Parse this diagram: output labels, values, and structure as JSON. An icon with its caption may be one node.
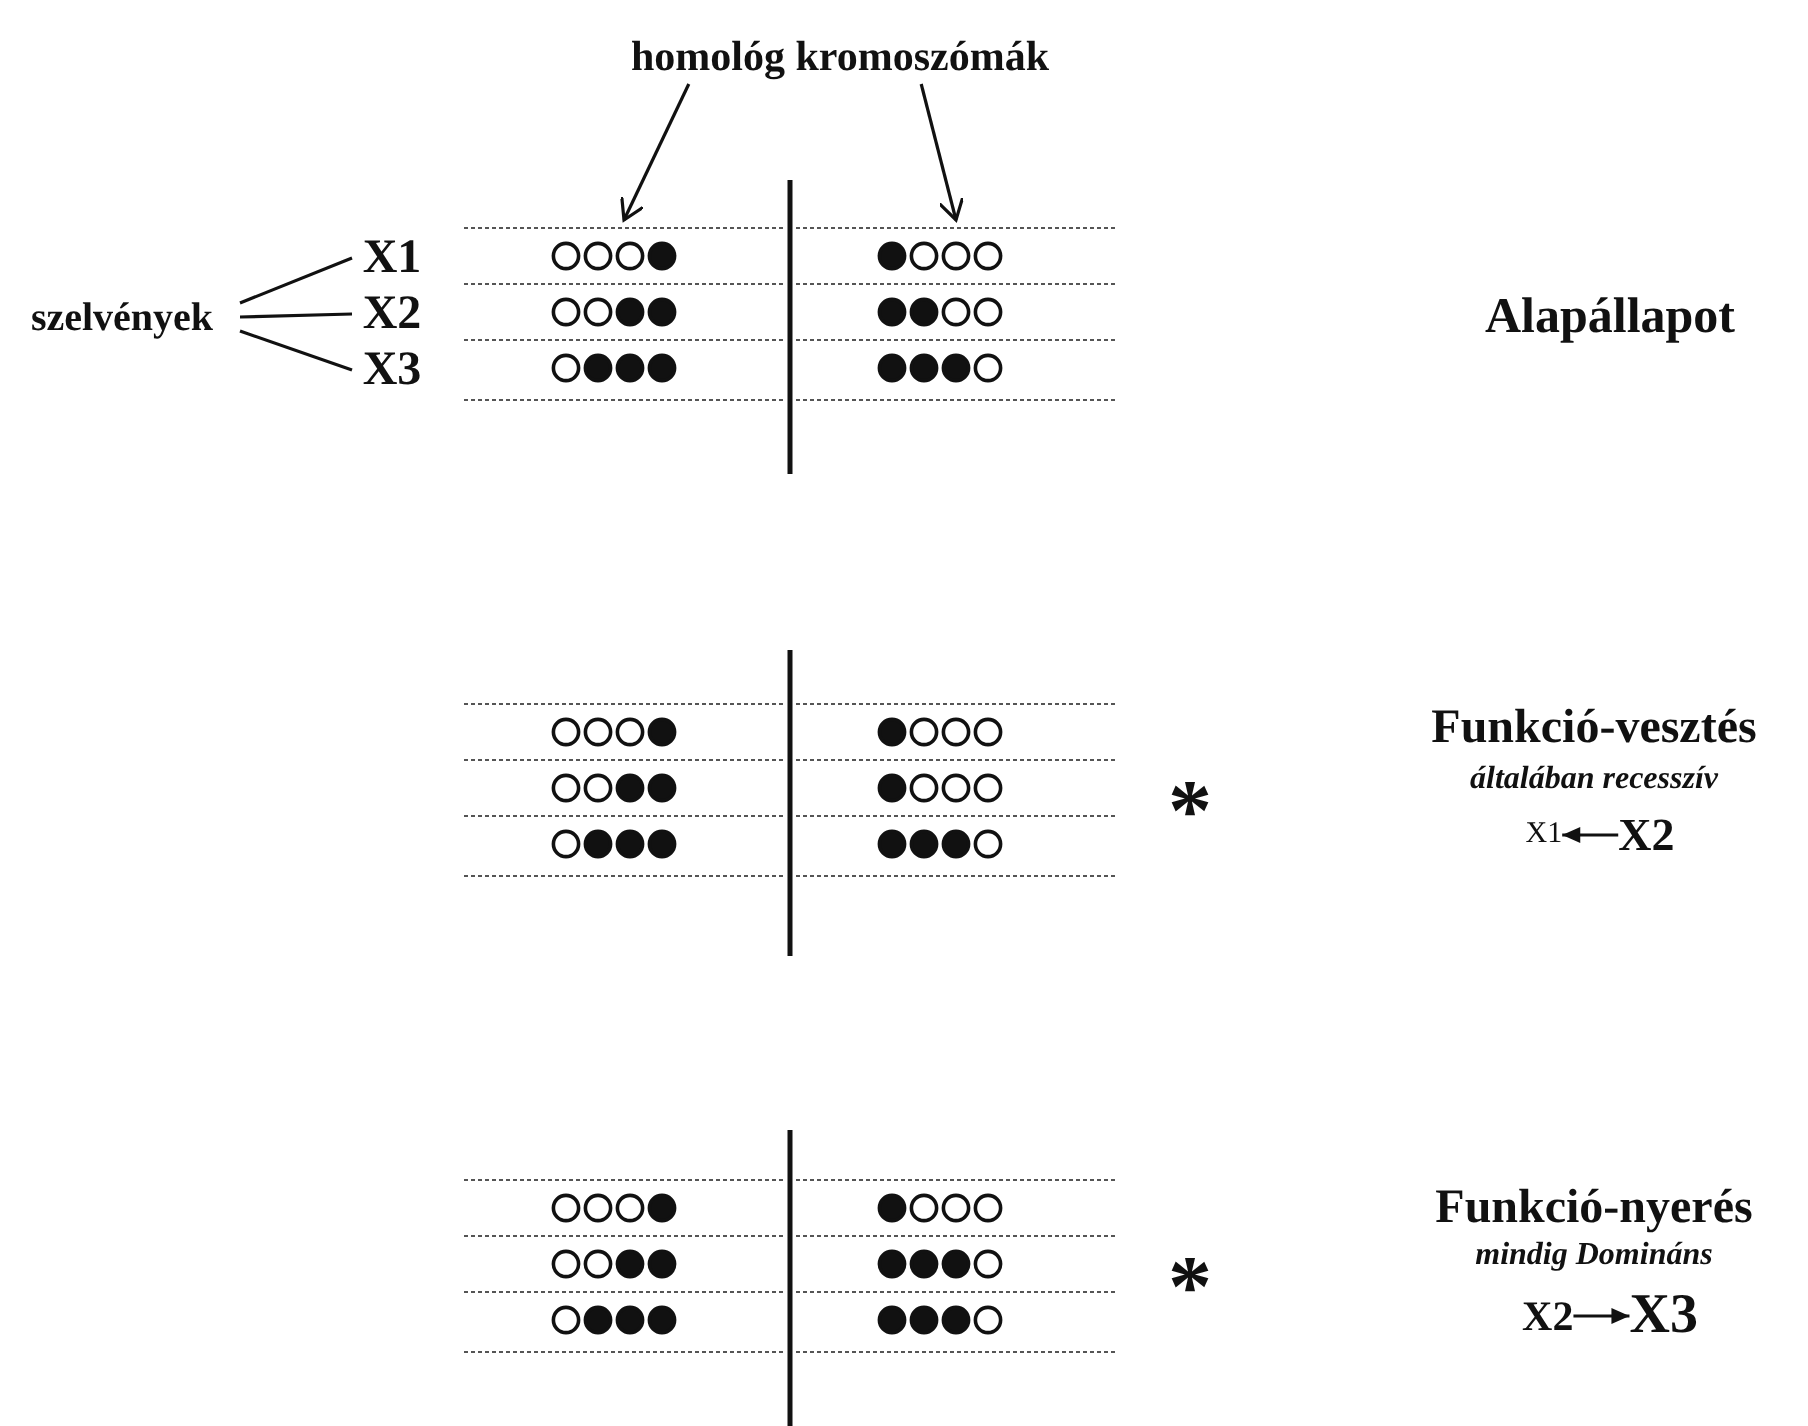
{
  "diagram": {
    "nodes": [
      {
        "text": [
          "homológ kromoszómák"
        ]
      },
      {
        "text": [],
        "shape": "picture"
      },
      {
        "text": [],
        "shape": "picture"
      },
      {
        "text": [
          "szelvények"
        ]
      },
      {
        "text": [
          "X1"
        ]
      },
      {
        "text": [
          "X2"
        ]
      },
      {
        "text": [
          "X3"
        ]
      },
      {
        "text": [
          "X1"
        ]
      },
      {
        "text": [
          "X2"
        ]
      },
      {
        "text": [
          "X2"
        ]
      },
      {
        "text": [
          "X3"
        ]
      }
    ],
    "edges": [
      {
        "from": 0,
        "to": 1,
        "arrow": "to"
      },
      {
        "from": 0,
        "to": 2,
        "arrow": "to"
      },
      {
        "from": 3,
        "to": 4,
        "arrow": "none"
      },
      {
        "from": 3,
        "to": 5,
        "arrow": "none"
      },
      {
        "from": 3,
        "to": 6,
        "arrow": "none"
      },
      {
        "from": 8,
        "to": 7,
        "arrow": "to"
      },
      {
        "from": 9,
        "to": 10,
        "arrow": "to"
      }
    ],
    "labels": [
      "Alapállapot",
      "*",
      "Funkció-vesztés",
      "általában recesszív",
      "*",
      "Funkció-nyerés",
      "mindig Domináns"
    ]
  }
}
